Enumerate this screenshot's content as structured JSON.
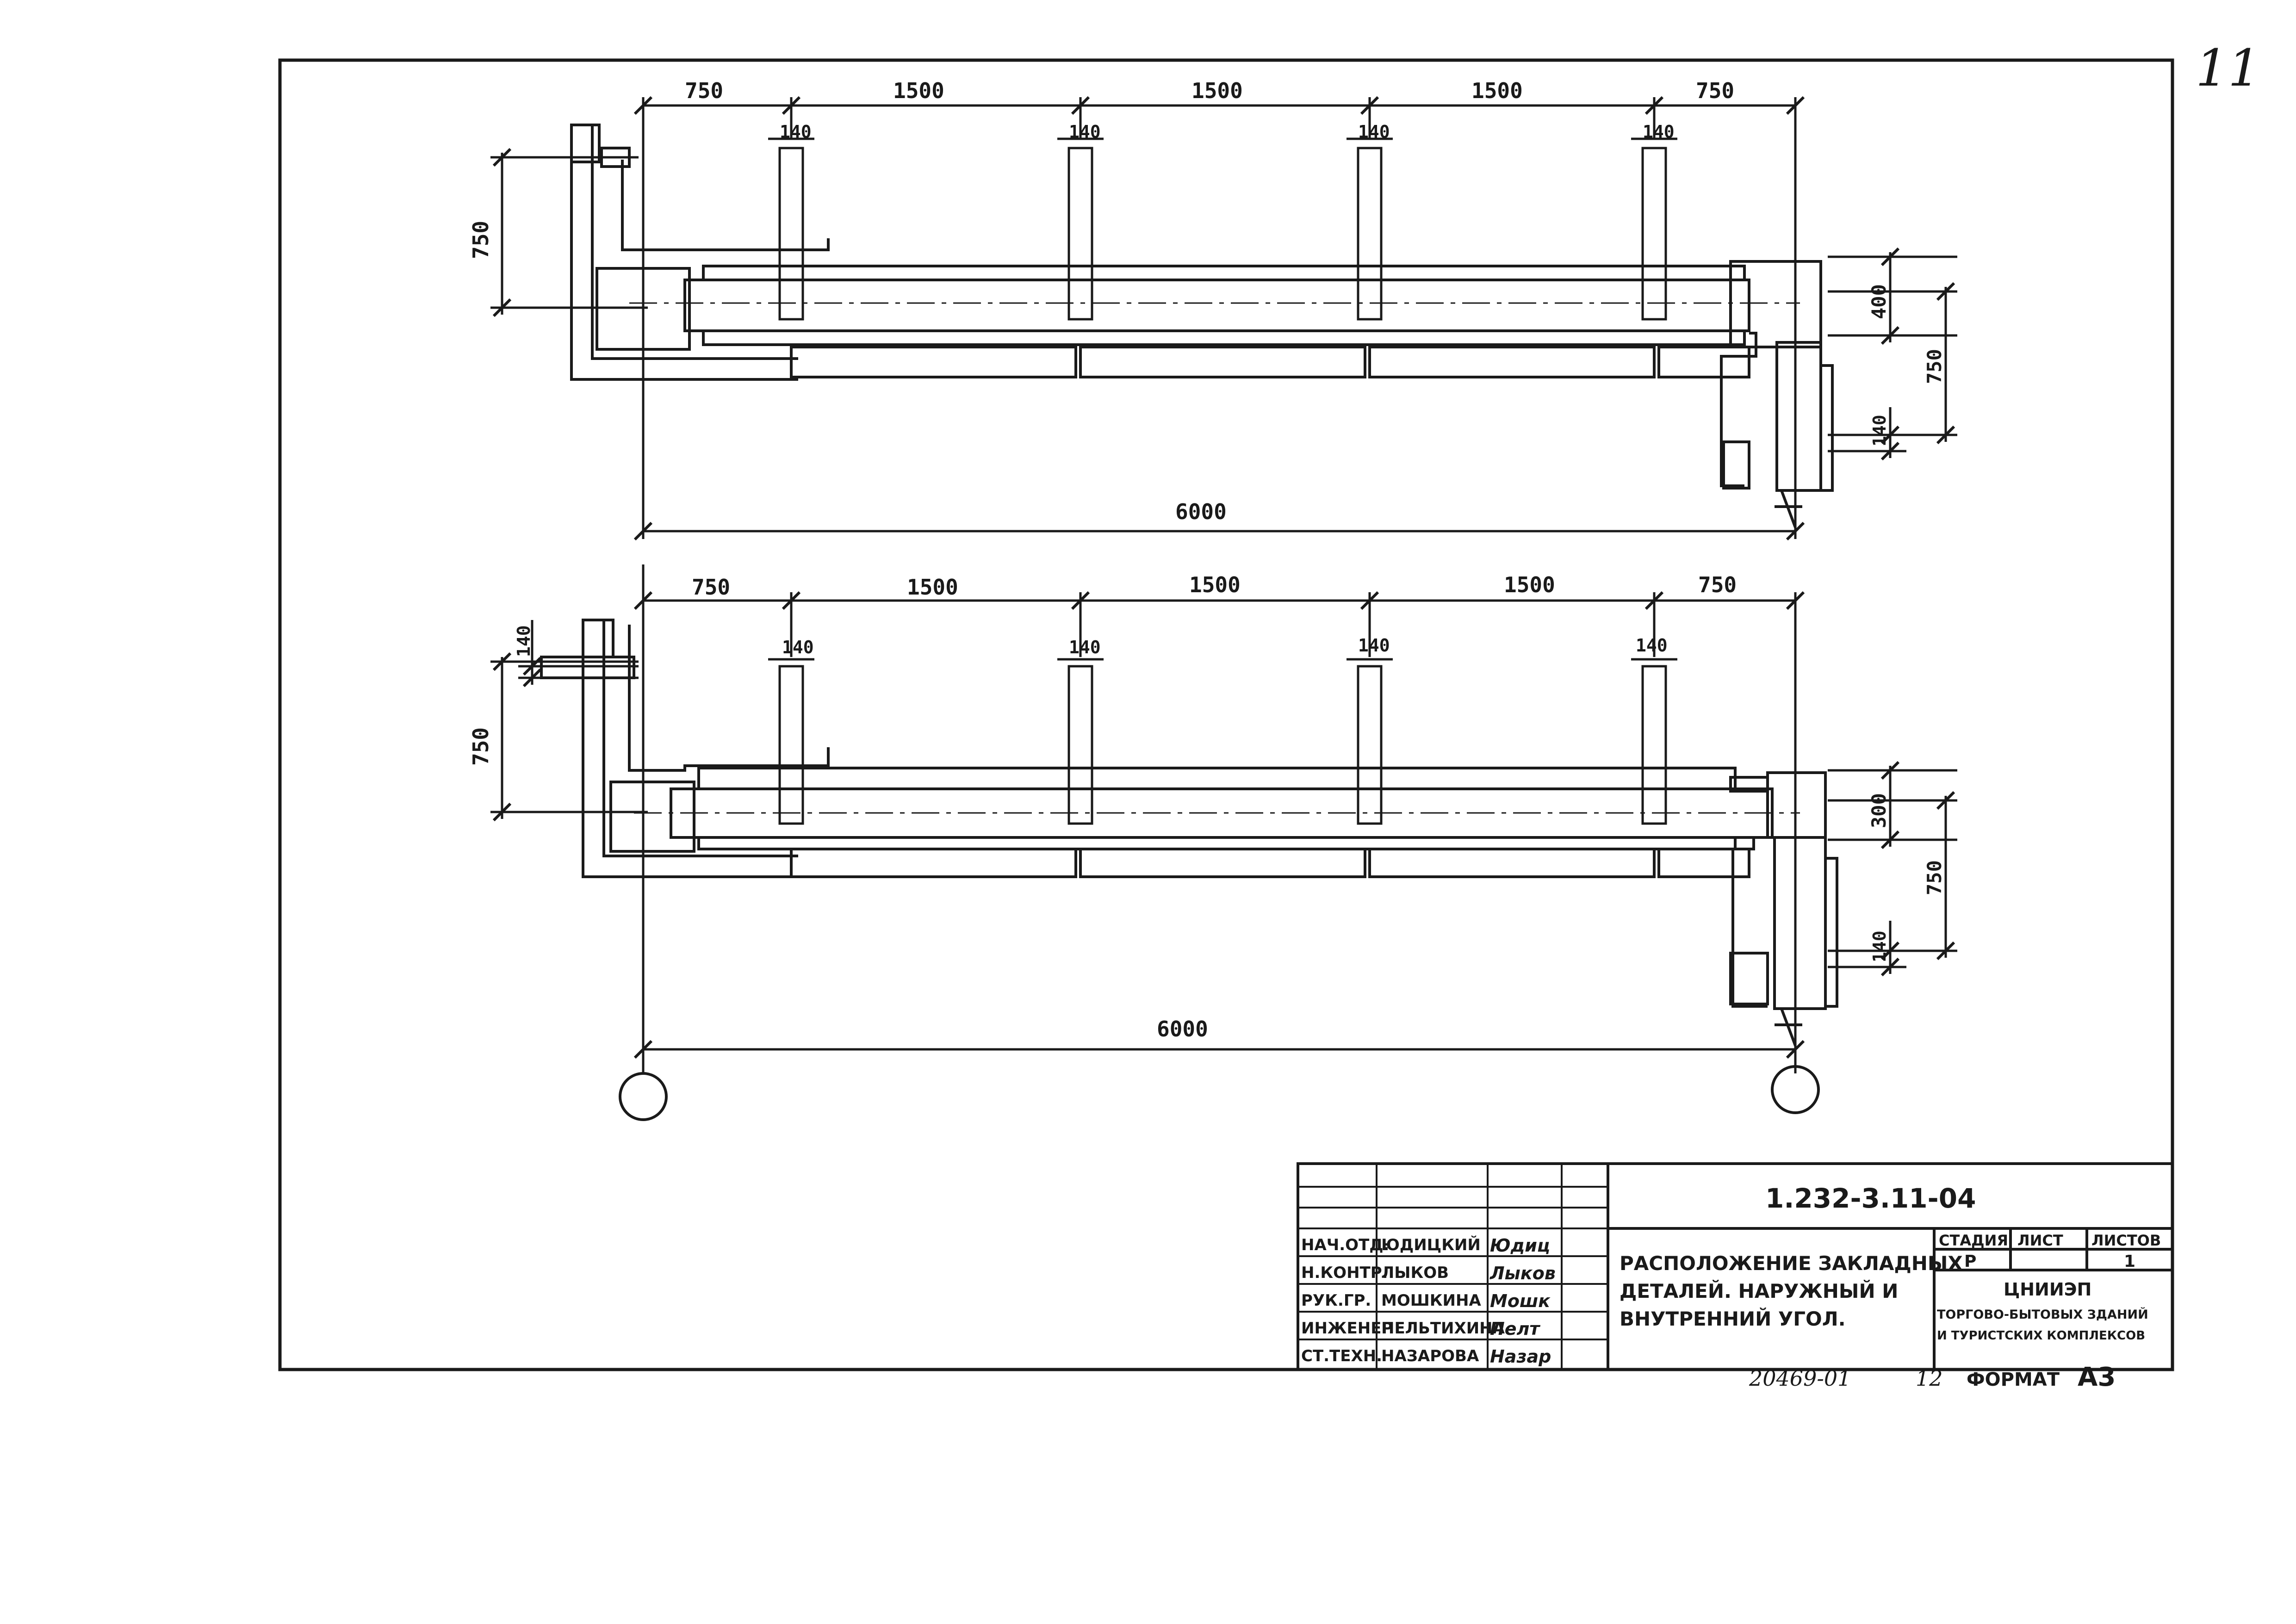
{
  "sheet_number": "11",
  "drawing_top": {
    "dims_top": [
      "750",
      "1500",
      "1500",
      "1500",
      "750"
    ],
    "dims_small": [
      "140",
      "140",
      "140",
      "140"
    ],
    "dim_left": "750",
    "dims_right": [
      "400",
      "750",
      "140"
    ],
    "dim_bottom": "6000"
  },
  "drawing_bottom": {
    "dims_top": [
      "750",
      "1500",
      "1500",
      "1500",
      "750"
    ],
    "dims_small": [
      "140",
      "140",
      "140",
      "140"
    ],
    "dim_left_small": "140",
    "dim_left": "750",
    "dims_right": [
      "300",
      "750",
      "140"
    ],
    "dim_bottom": "6000"
  },
  "title_block": {
    "code": "1.232-3.11-04",
    "staff": [
      {
        "role": "НАЧ.ОТД.",
        "name": "ЮДИЦКИЙ",
        "sign": "Юдиц"
      },
      {
        "role": "Н.КОНТР.",
        "name": "ЛЫКОВ",
        "sign": "Лыков"
      },
      {
        "role": "РУК.ГР.",
        "name": "МОШКИНА",
        "sign": "Мошк"
      },
      {
        "role": "ИНЖЕНЕР",
        "name": "ПЕЛЬТИХИНА",
        "sign": "Пелт"
      },
      {
        "role": "СТ.ТЕХН.",
        "name": "НАЗАРОВА",
        "sign": "Назар"
      }
    ],
    "title_lines": [
      "РАСПОЛОЖЕНИЕ ЗАКЛАДНЫХ",
      "ДЕТАЛЕЙ. НАРУЖНЫЙ И",
      "ВНУТРЕННИЙ УГОЛ."
    ],
    "stage_header": "СТАДИЯ",
    "sheet_header": "ЛИСТ",
    "sheets_header": "ЛИСТОВ",
    "stage_value": "Р",
    "sheet_value": "",
    "sheets_value": "1",
    "org_lines": [
      "ЦНИИЭП",
      "ТОРГОВО-БЫТОВЫХ ЗДАНИЙ",
      "И ТУРИСТСКИХ КОМПЛЕКСОВ"
    ]
  },
  "footer": {
    "order_number": "20469-01",
    "copy_number": "12",
    "format_label": "ФОРМАТ",
    "format_value": "А3"
  }
}
